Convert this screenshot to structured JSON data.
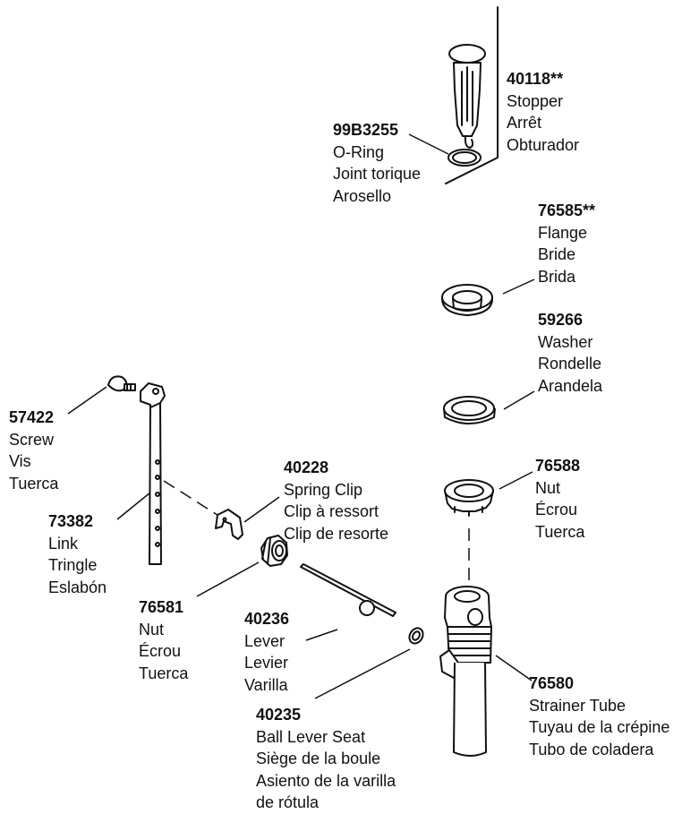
{
  "parts": [
    {
      "key": "p40118",
      "number": "40118**",
      "names": [
        "Stopper",
        "Arrêt",
        "Obturador"
      ]
    },
    {
      "key": "p99B3255",
      "number": "99B3255",
      "names": [
        "O-Ring",
        "Joint torique",
        "Arosello"
      ]
    },
    {
      "key": "p76585",
      "number": "76585**",
      "names": [
        "Flange",
        "Bride",
        "Brida"
      ]
    },
    {
      "key": "p59266",
      "number": "59266",
      "names": [
        "Washer",
        "Rondelle",
        "Arandela"
      ]
    },
    {
      "key": "p57422",
      "number": "57422",
      "names": [
        "Screw",
        "Vis",
        "Tuerca"
      ]
    },
    {
      "key": "p40228",
      "number": "40228",
      "names": [
        "Spring Clip",
        "Clip à ressort",
        "Clip de resorte"
      ]
    },
    {
      "key": "p76588",
      "number": "76588",
      "names": [
        "Nut",
        "Écrou",
        "Tuerca"
      ]
    },
    {
      "key": "p73382",
      "number": "73382",
      "names": [
        "Link",
        "Tringle",
        "Eslabón"
      ]
    },
    {
      "key": "p76581",
      "number": "76581",
      "names": [
        "Nut",
        "Écrou",
        "Tuerca"
      ]
    },
    {
      "key": "p40236",
      "number": "40236",
      "names": [
        "Lever",
        "Levier",
        "Varilla"
      ]
    },
    {
      "key": "p76580",
      "number": "76580",
      "names": [
        "Strainer Tube",
        "Tuyau de la crépine",
        "Tubo de coladera"
      ]
    },
    {
      "key": "p40235",
      "number": "40235",
      "names": [
        "Ball Lever Seat",
        "Siège de la boule",
        "Asiento de la varilla",
        "de rótula"
      ]
    }
  ]
}
